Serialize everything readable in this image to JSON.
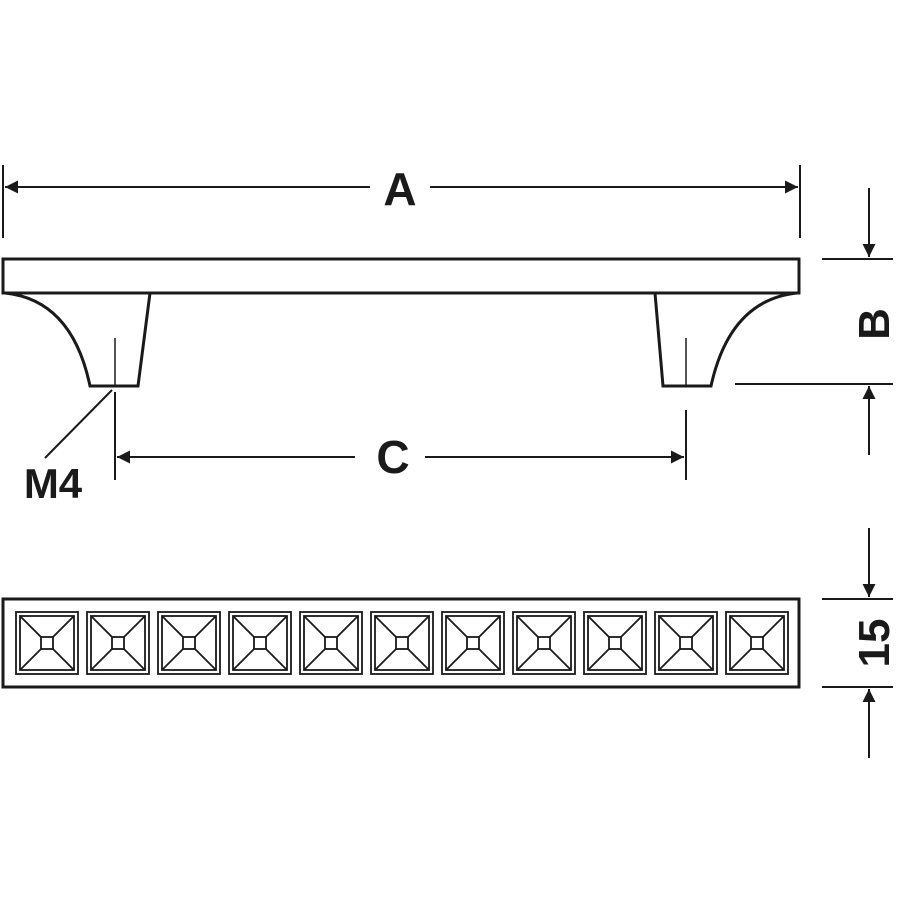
{
  "labels": {
    "dim_a": "A",
    "dim_b": "B",
    "dim_c": "C",
    "thread": "M4",
    "height_value": "15"
  },
  "pattern": {
    "tile_count": 11,
    "tile_motif": "pyramid-square"
  },
  "colors": {
    "line": "#1a1a1a",
    "background": "#ffffff"
  }
}
